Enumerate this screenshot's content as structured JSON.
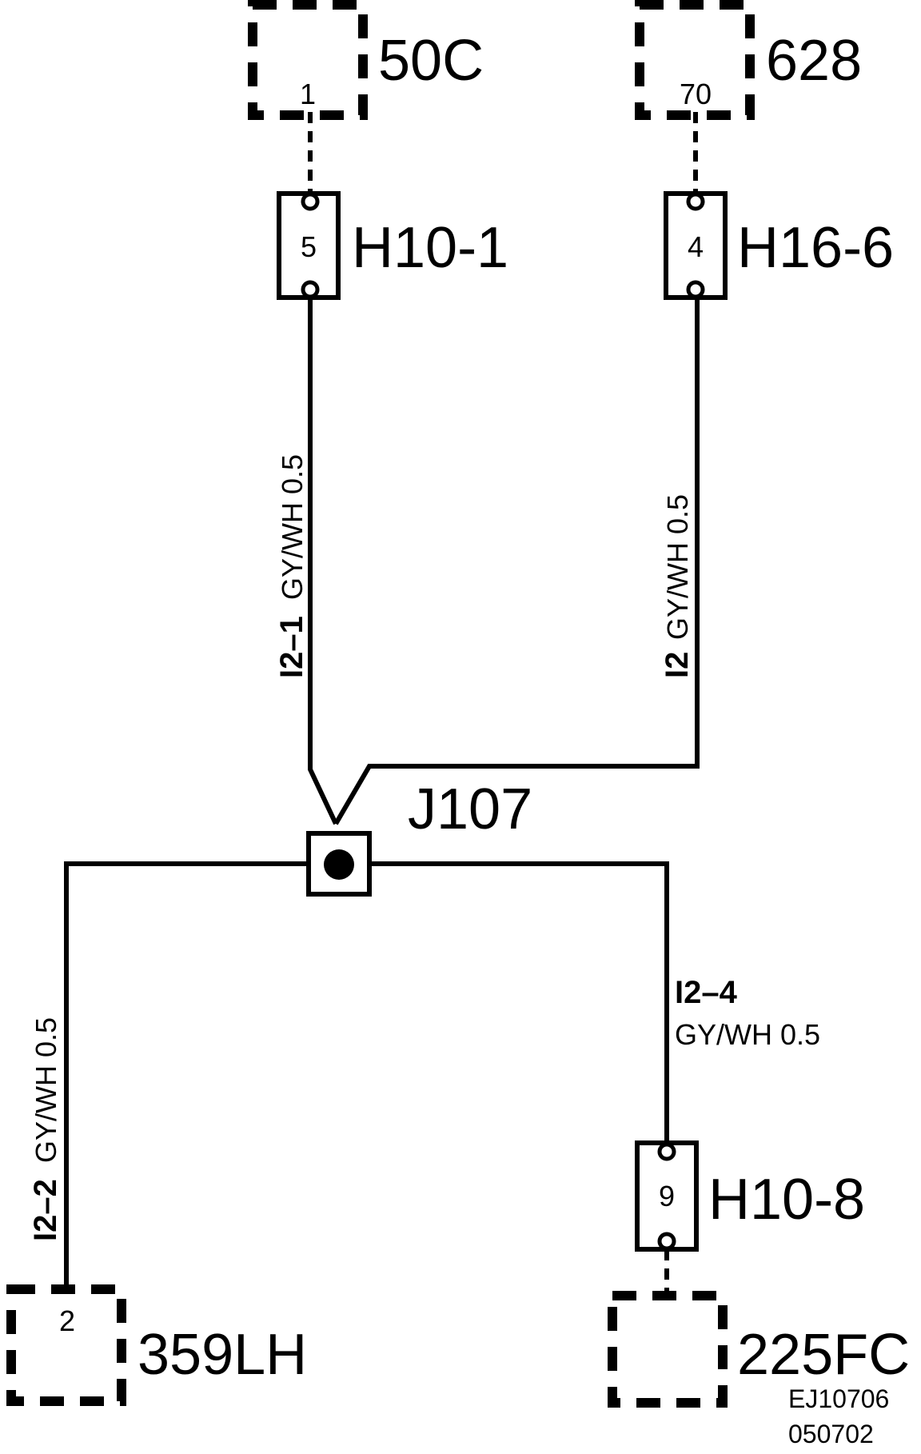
{
  "components": {
    "c50c": {
      "label": "50C",
      "pin": "1"
    },
    "c628": {
      "label": "628",
      "pin": "70"
    },
    "c359lh": {
      "label": "359LH",
      "pin": "2"
    },
    "c225fc": {
      "label": "225FC"
    }
  },
  "connectors": {
    "h10_1": {
      "label": "H10-1",
      "pin": "5"
    },
    "h16_6": {
      "label": "H16-6",
      "pin": "4"
    },
    "h10_8": {
      "label": "H10-8",
      "pin": "9"
    }
  },
  "junction": {
    "label": "J107"
  },
  "wires": {
    "w_left_top": {
      "id": "I2–1",
      "spec": "GY/WH  0.5"
    },
    "w_right_top": {
      "id": "I2",
      "spec": "GY/WH  0.5"
    },
    "w_left_bottom": {
      "id": "I2–2",
      "spec": "GY/WH  0.5"
    },
    "w_right_bottom": {
      "id": "I2–4",
      "spec": "GY/WH  0.5"
    }
  },
  "reference": {
    "code": "EJ10706",
    "date": "050702"
  }
}
